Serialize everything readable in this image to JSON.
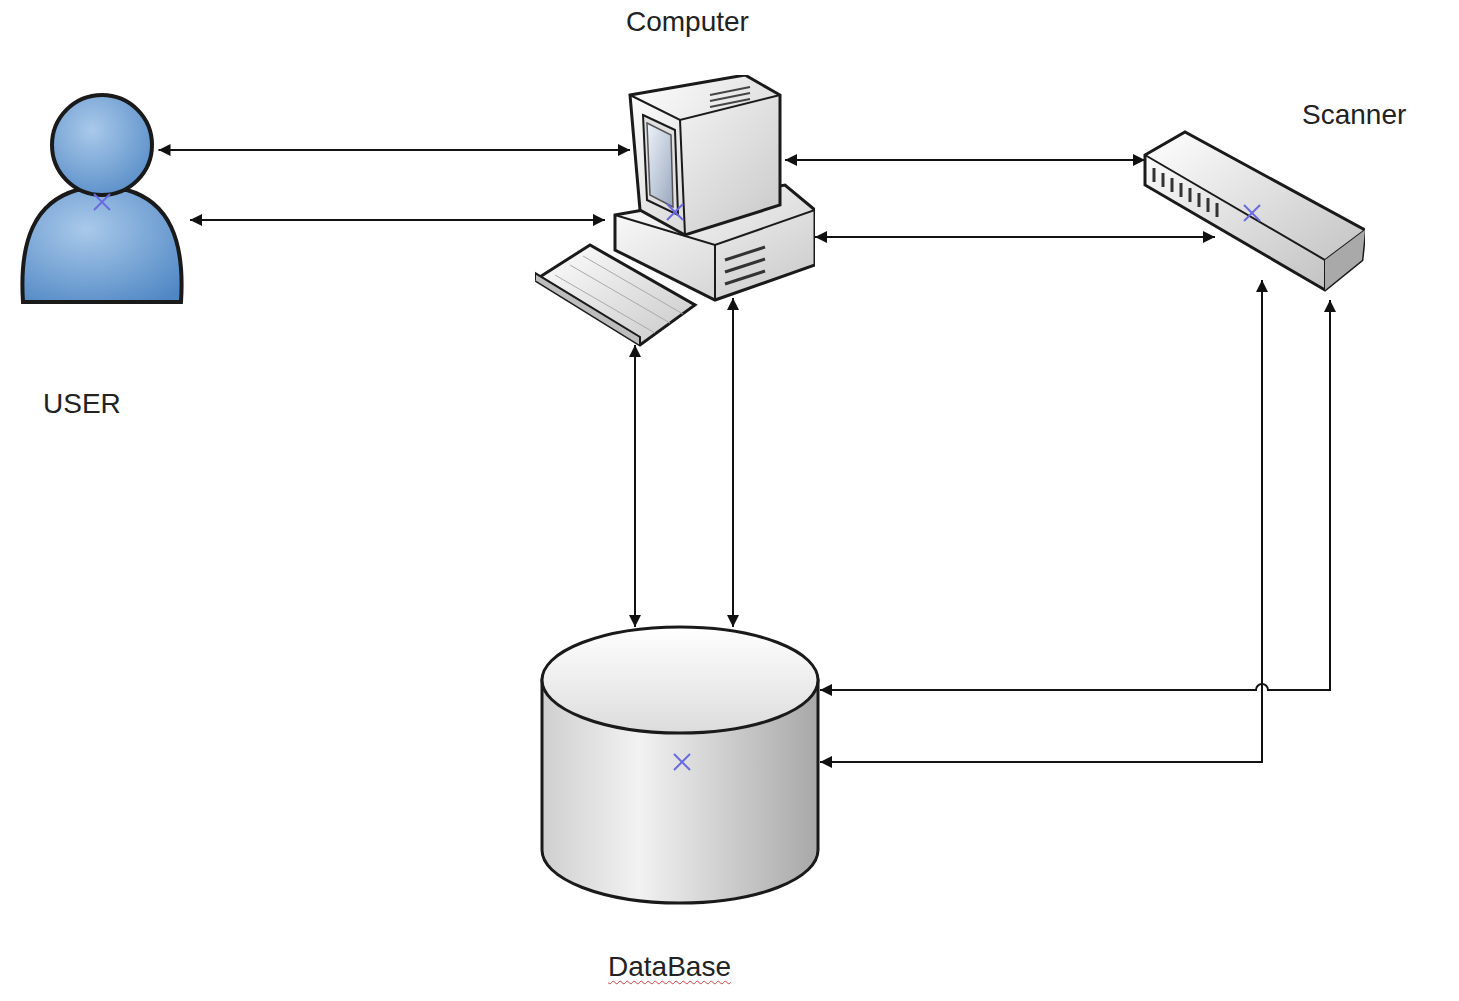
{
  "diagram": {
    "nodes": [
      {
        "text": [
          "USER"
        ]
      },
      {
        "text": [
          "Computer"
        ]
      },
      {
        "text": [
          "Scanner"
        ]
      },
      {
        "text": [
          "DataBase"
        ]
      }
    ],
    "edges": [
      {
        "from": 0,
        "to": 1,
        "arrow": "both"
      },
      {
        "from": 0,
        "to": 1,
        "arrow": "both"
      },
      {
        "from": 1,
        "to": 2,
        "arrow": "both"
      },
      {
        "from": 1,
        "to": 2,
        "arrow": "both"
      },
      {
        "from": 1,
        "to": 3,
        "arrow": "both"
      },
      {
        "from": 1,
        "to": 3,
        "arrow": "both"
      },
      {
        "from": 2,
        "to": 3,
        "arrow": "both"
      },
      {
        "from": 2,
        "to": 3,
        "arrow": "both"
      }
    ]
  }
}
